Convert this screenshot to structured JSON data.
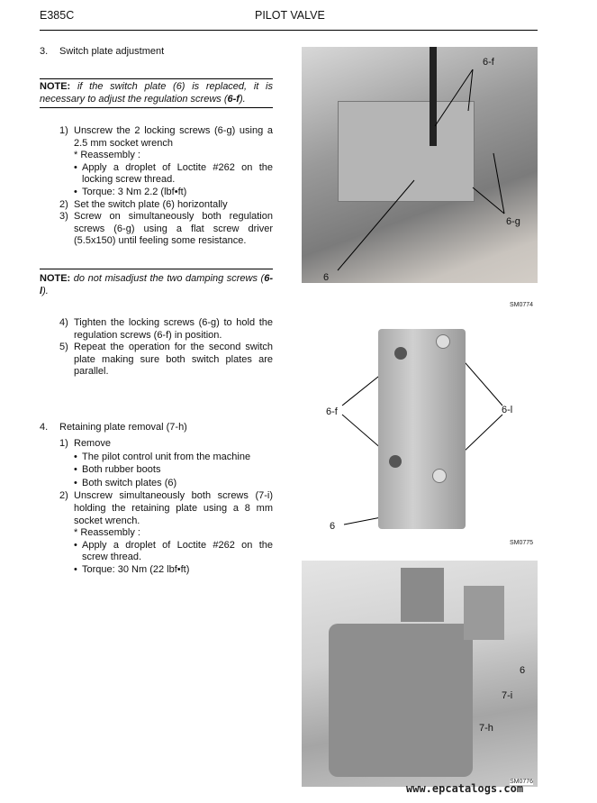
{
  "header": {
    "model": "E385C",
    "title": "PILOT VALVE"
  },
  "section3": {
    "num": "3.",
    "title": "Switch plate adjustment",
    "note1": {
      "label": "NOTE:",
      "text_a": "if the switch plate (6) is replaced, it is necessary to adjust the regulation screws (",
      "ref": "6-f",
      "text_b": ")."
    },
    "steps": [
      {
        "num": "1)",
        "text": "Unscrew the 2 locking screws (6-g) using a 2.5 mm socket wrench",
        "reassembly": "* Reassembly :",
        "bullets": [
          "Apply a droplet of Loctite #262 on the locking screw thread.",
          "Torque: 3 Nm 2.2 (lbf•ft)"
        ]
      },
      {
        "num": "2)",
        "text": "Set the switch plate (6) horizontally"
      },
      {
        "num": "3)",
        "text": "Screw on simultaneously both regulation screws (6-g) using a flat screw driver (5.5x150) until feeling some resistance."
      },
      {
        "num": "4)",
        "text": "Tighten the locking screws (6-g) to hold the regulation screws (6-f) in position."
      },
      {
        "num": "5)",
        "text": "Repeat the operation for the second switch plate making sure both switch plates are parallel."
      }
    ],
    "note2": {
      "label": "NOTE:",
      "text_a": "do  not misadjust the two damping screws (",
      "ref": "6-l",
      "text_b": ")."
    }
  },
  "section4": {
    "num": "4.",
    "title": "Retaining plate removal (7-h)",
    "steps": [
      {
        "num": "1)",
        "text": "Remove",
        "bullets": [
          "The pilot control unit from the machine",
          "Both rubber boots",
          "Both switch plates (6)"
        ]
      },
      {
        "num": "2)",
        "text": "Unscrew simultaneously both screws (7-i) holding the retaining plate using a 8 mm socket wrench.",
        "reassembly": "* Reassembly :",
        "bullets": [
          "Apply a droplet of Loctite #262 on the screw thread.",
          "Torque: 30 Nm (22 lbf•ft)"
        ]
      }
    ]
  },
  "figures": [
    {
      "code": "SM0774",
      "labels": [
        "6-f",
        "6-g",
        "6"
      ]
    },
    {
      "code": "SM0775",
      "labels": [
        "6-f",
        "6-l",
        "6"
      ]
    },
    {
      "code": "SM0776",
      "labels": [
        "6",
        "7-i",
        "7-h"
      ]
    }
  ],
  "watermark": "www.epcatalogs.com"
}
